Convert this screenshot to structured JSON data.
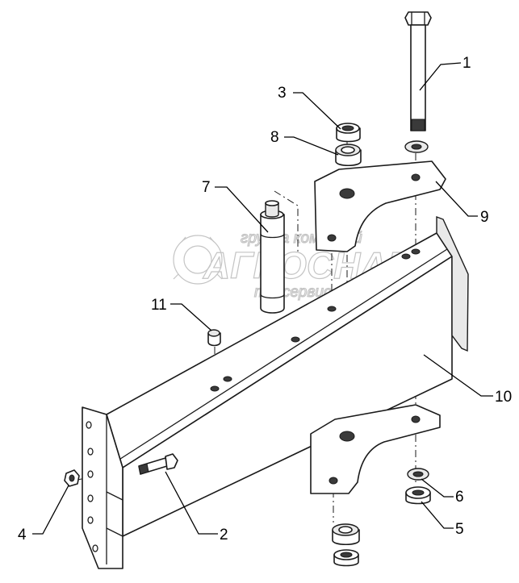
{
  "watermark": {
    "line1": "группа компаний",
    "line2": "АГРОСНАБ",
    "line3": "техсервис"
  },
  "callouts": [
    {
      "id": "callout-1",
      "label": "1"
    },
    {
      "id": "callout-2",
      "label": "2"
    },
    {
      "id": "callout-3",
      "label": "3"
    },
    {
      "id": "callout-4",
      "label": "4"
    },
    {
      "id": "callout-5",
      "label": "5"
    },
    {
      "id": "callout-6",
      "label": "6"
    },
    {
      "id": "callout-7",
      "label": "7"
    },
    {
      "id": "callout-8",
      "label": "8"
    },
    {
      "id": "callout-9",
      "label": "9"
    },
    {
      "id": "callout-10",
      "label": "10"
    },
    {
      "id": "callout-11",
      "label": "11"
    }
  ]
}
